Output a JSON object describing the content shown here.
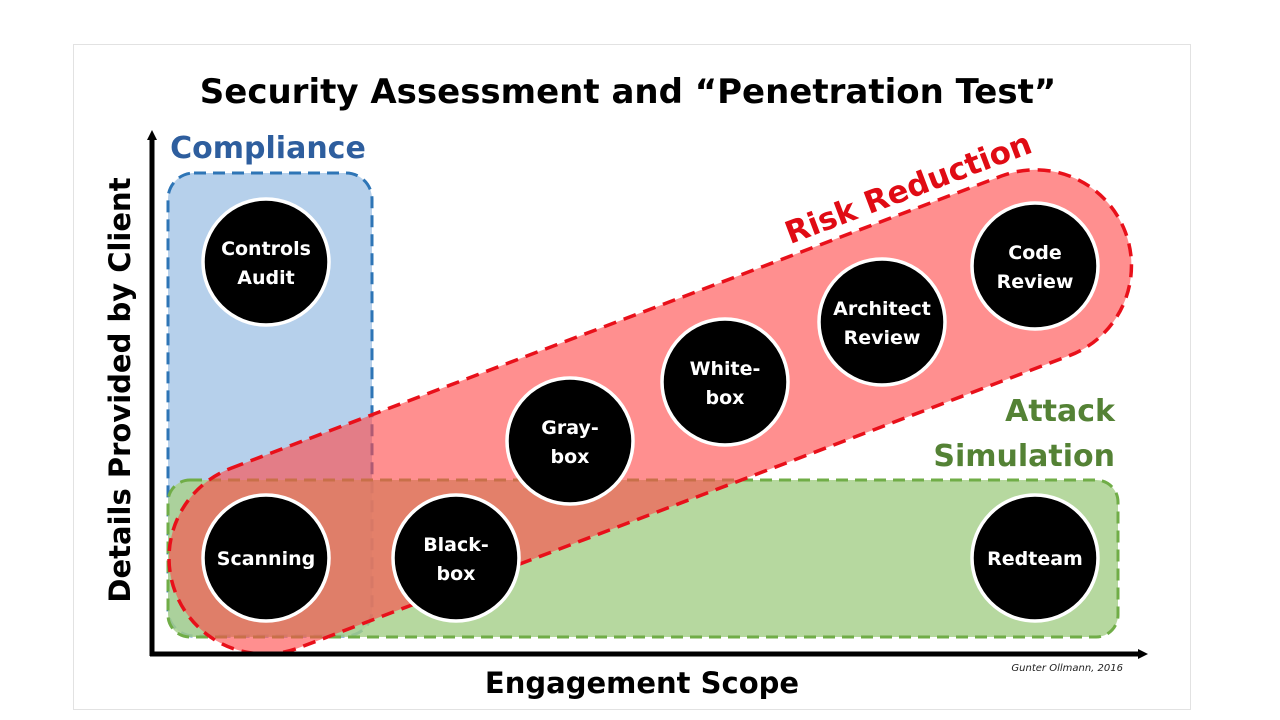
{
  "title": "Security Assessment and “Penetration Test”",
  "axes": {
    "x_label": "Engagement Scope",
    "y_label": "Details Provided by Client"
  },
  "groups": {
    "compliance": {
      "label": "Compliance",
      "color": "#2e5e9e",
      "fill": "#a9c8e8"
    },
    "risk_reduction": {
      "label": "Risk Reduction",
      "color": "#e8101a",
      "fill": "#f77b7b"
    },
    "attack_simulation": {
      "label_line1": "Attack",
      "label_line2": "Simulation",
      "color": "#548235",
      "fill": "#a9d18e"
    }
  },
  "nodes": [
    {
      "id": "controls-audit",
      "line1": "Controls",
      "line2": "Audit"
    },
    {
      "id": "scanning",
      "line1": "Scanning",
      "line2": ""
    },
    {
      "id": "black-box",
      "line1": "Black-",
      "line2": "box"
    },
    {
      "id": "gray-box",
      "line1": "Gray-",
      "line2": "box"
    },
    {
      "id": "white-box",
      "line1": "White-",
      "line2": "box"
    },
    {
      "id": "architect-review",
      "line1": "Architect",
      "line2": "Review"
    },
    {
      "id": "code-review",
      "line1": "Code",
      "line2": "Review"
    },
    {
      "id": "redteam",
      "line1": "Redteam",
      "line2": ""
    }
  ],
  "credit": "Gunter Ollmann, 2016"
}
